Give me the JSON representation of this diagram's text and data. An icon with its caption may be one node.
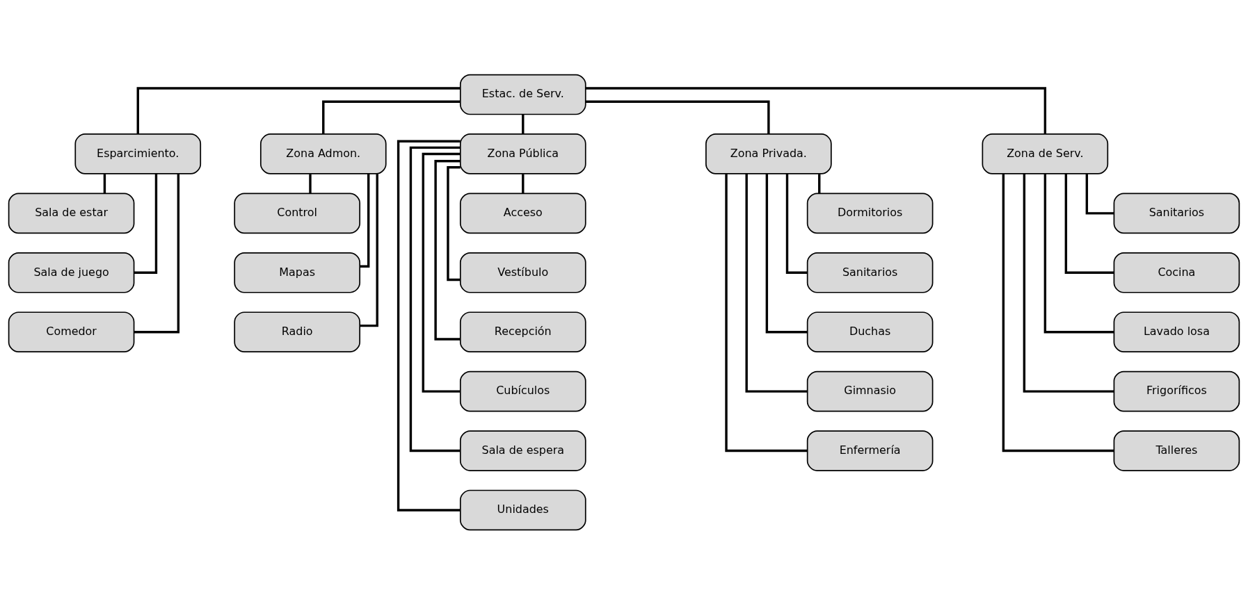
{
  "diagram": {
    "nodes": [
      {
        "text": [
          "Estac. de Serv."
        ]
      },
      {
        "text": [
          "Esparcimiento."
        ]
      },
      {
        "text": [
          "Zona Admon."
        ]
      },
      {
        "text": [
          "Zona Pública"
        ]
      },
      {
        "text": [
          "Zona Privada."
        ]
      },
      {
        "text": [
          "Zona de Serv."
        ]
      },
      {
        "text": [
          "Sala de estar"
        ]
      },
      {
        "text": [
          "Sala de juego"
        ]
      },
      {
        "text": [
          "Comedor"
        ]
      },
      {
        "text": [
          "Control"
        ]
      },
      {
        "text": [
          "Mapas"
        ]
      },
      {
        "text": [
          "Radio"
        ]
      },
      {
        "text": [
          "Acceso"
        ]
      },
      {
        "text": [
          "Vestíbulo"
        ]
      },
      {
        "text": [
          "Recepción"
        ]
      },
      {
        "text": [
          "Cubículos"
        ]
      },
      {
        "text": [
          "Sala de espera"
        ]
      },
      {
        "text": [
          "Unidades"
        ]
      },
      {
        "text": [
          "Dormitorios"
        ]
      },
      {
        "text": [
          "Sanitarios"
        ]
      },
      {
        "text": [
          "Duchas"
        ]
      },
      {
        "text": [
          "Gimnasio"
        ]
      },
      {
        "text": [
          "Enfermería"
        ]
      },
      {
        "text": [
          "Sanitarios"
        ]
      },
      {
        "text": [
          "Cocina"
        ]
      },
      {
        "text": [
          "Lavado losa"
        ]
      },
      {
        "text": [
          "Frigoríficos"
        ]
      },
      {
        "text": [
          "Talleres"
        ]
      }
    ],
    "edges": [
      {
        "from": 0,
        "to": 1,
        "arrow": "none"
      },
      {
        "from": 0,
        "to": 2,
        "arrow": "none"
      },
      {
        "from": 0,
        "to": 3,
        "arrow": "none"
      },
      {
        "from": 0,
        "to": 4,
        "arrow": "none"
      },
      {
        "from": 0,
        "to": 5,
        "arrow": "none"
      },
      {
        "from": 1,
        "to": 6,
        "arrow": "none"
      },
      {
        "from": 1,
        "to": 7,
        "arrow": "none"
      },
      {
        "from": 1,
        "to": 8,
        "arrow": "none"
      },
      {
        "from": 2,
        "to": 9,
        "arrow": "none"
      },
      {
        "from": 2,
        "to": 10,
        "arrow": "none"
      },
      {
        "from": 2,
        "to": 11,
        "arrow": "none"
      },
      {
        "from": 3,
        "to": 12,
        "arrow": "none"
      },
      {
        "from": 3,
        "to": 13,
        "arrow": "none"
      },
      {
        "from": 3,
        "to": 14,
        "arrow": "none"
      },
      {
        "from": 3,
        "to": 15,
        "arrow": "none"
      },
      {
        "from": 3,
        "to": 16,
        "arrow": "none"
      },
      {
        "from": 3,
        "to": 17,
        "arrow": "none"
      },
      {
        "from": 4,
        "to": 18,
        "arrow": "none"
      },
      {
        "from": 4,
        "to": 19,
        "arrow": "none"
      },
      {
        "from": 4,
        "to": 20,
        "arrow": "none"
      },
      {
        "from": 4,
        "to": 21,
        "arrow": "none"
      },
      {
        "from": 4,
        "to": 22,
        "arrow": "none"
      },
      {
        "from": 5,
        "to": 23,
        "arrow": "none"
      },
      {
        "from": 5,
        "to": 24,
        "arrow": "none"
      },
      {
        "from": 5,
        "to": 25,
        "arrow": "none"
      },
      {
        "from": 5,
        "to": 26,
        "arrow": "none"
      },
      {
        "from": 5,
        "to": 27,
        "arrow": "none"
      }
    ]
  }
}
